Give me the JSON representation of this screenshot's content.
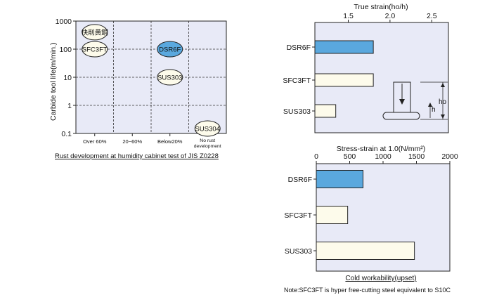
{
  "chart_data": [
    {
      "type": "scatter",
      "ylabel": "Carbide tool life(m/min.)",
      "yscale": "log",
      "ylim": [
        0.1,
        1000
      ],
      "yticks": [
        "0.1",
        "1",
        "10",
        "100",
        "1000"
      ],
      "categories": [
        "Over 60%",
        "20~60%",
        "Below20%",
        "No rust development"
      ],
      "points": [
        {
          "label": "快削黄銅",
          "category": "Over 60%",
          "y": 400,
          "highlight": false
        },
        {
          "label": "SFC3FT",
          "category": "Over 60%",
          "y": 100,
          "highlight": false
        },
        {
          "label": "DSR6F",
          "category": "Below20%",
          "y": 100,
          "highlight": true
        },
        {
          "label": "SUS303",
          "category": "Below20%",
          "y": 10,
          "highlight": false
        },
        {
          "label": "SUS304",
          "category": "No rust development",
          "y": 0.15,
          "highlight": false
        }
      ],
      "caption": "Rust development at humidity cabinet test of JIS Z0228"
    },
    {
      "type": "bar",
      "orientation": "horizontal",
      "title": "True strain(ho/h)",
      "xlim": [
        1.1,
        2.7
      ],
      "xticks": [
        "1.5",
        "2.0",
        "2.5"
      ],
      "categories": [
        "DSR6F",
        "SFC3FT",
        "SUS303"
      ],
      "values": [
        1.8,
        1.8,
        1.35
      ],
      "diagram_labels": [
        "h",
        "ho"
      ]
    },
    {
      "type": "bar",
      "orientation": "horizontal",
      "title": "Stress-strain at 1.0(N/mm²)",
      "xlim": [
        0,
        2000
      ],
      "xticks": [
        "0",
        "500",
        "1000",
        "1500",
        "2000"
      ],
      "categories": [
        "DSR6F",
        "SFC3FT",
        "SUS303"
      ],
      "values": [
        700,
        470,
        1470
      ],
      "caption": "Cold workability(upset)"
    }
  ],
  "colors": {
    "panel_bg": "#e8eaf7",
    "highlight": "#5aa8de",
    "bar_plain": "#fdfbeb",
    "frame": "#222222"
  },
  "note": "Note:SFC3FT is hyper free-cutting steel equivalent to S10C"
}
